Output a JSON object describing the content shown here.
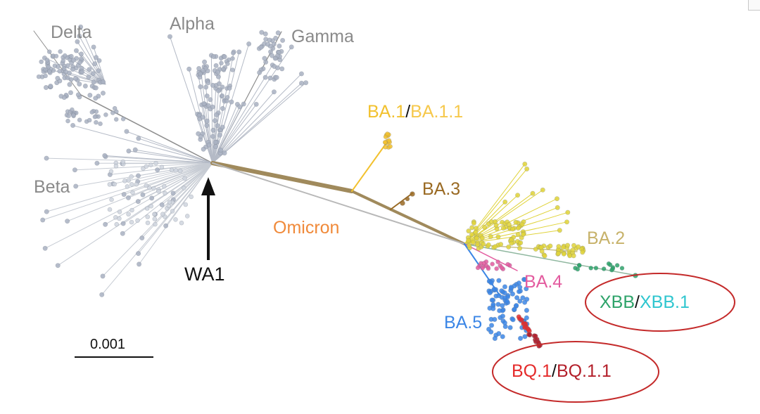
{
  "labels": {
    "delta": "Delta",
    "alpha": "Alpha",
    "gamma": "Gamma",
    "beta": "Beta",
    "ba1": "BA.1",
    "slash": "/",
    "ba11": "BA.1.1",
    "ba3": "BA.3",
    "omicron": "Omicron",
    "ba2": "BA.2",
    "ba4": "BA.4",
    "ba5": "BA.5",
    "xbb": "XBB",
    "xbb1": "XBB.1",
    "bq1": "BQ.1",
    "bq11": "BQ.1.1",
    "wa1": "WA1",
    "scale": "0.001"
  },
  "colors": {
    "pre_omicron": "#a9b2c2",
    "branch": "#8e8e8e",
    "trunk": "#a08a5c",
    "omicron_label": "#f08a3a",
    "ba1": "#f2c12e",
    "ba11": "#f6c84b",
    "ba3": "#9a6a23",
    "ba2": "#e0d33a",
    "ba2_label": "#c7b26a",
    "ba4": "#e35b9f",
    "ba5": "#3b86e6",
    "bq1": "#e52b2b",
    "bq11": "#b31f2a",
    "xbb": "#2ea36a",
    "xbb1": "#2fc6cf",
    "circle": "#c42a2a",
    "wa1": "#111111"
  }
}
